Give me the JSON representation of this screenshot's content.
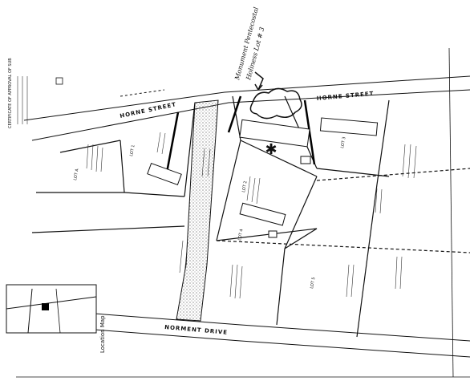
{
  "streets": {
    "horne_left": "HORNE STREET",
    "horne_right": "HORNE STREET",
    "norment": "NORMENT DRIVE"
  },
  "handwritten_note": {
    "line1": "Monument Pentecostal",
    "line2": "Holiness Lot # 3"
  },
  "side_labels": {
    "certificate": "CERTIFICATE OF APPROVAL OF SUB",
    "location_map": "Location Map"
  },
  "lot_labels": {
    "lot_a": "LOT A",
    "lot_1": "LOT 1",
    "lot_2": "LOT 2",
    "lot_3": "LOT 3",
    "lot_4": "LOT 4",
    "lot_5": "LOT 5"
  },
  "map_style": {
    "ink": "#111111",
    "paper": "#ffffff",
    "hatch": "#555555"
  }
}
